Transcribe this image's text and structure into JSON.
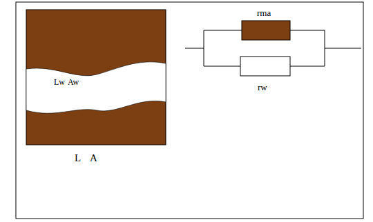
{
  "diagram": {
    "labels": [
      "Lw",
      "Aw",
      "L",
      "A",
      "rma",
      "rw"
    ]
  }
}
